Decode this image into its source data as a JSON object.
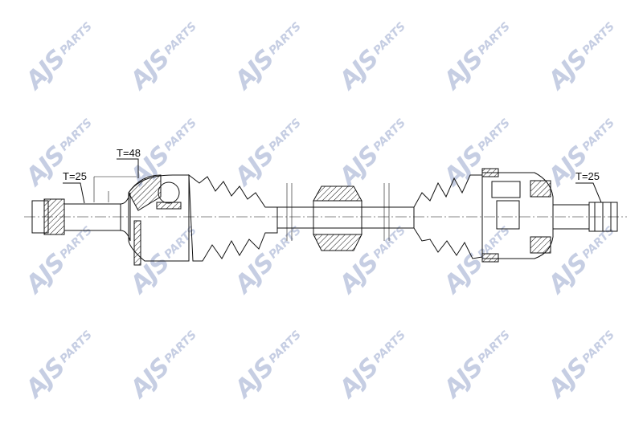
{
  "watermark": {
    "brand": "AJS",
    "suffix": "PARTS",
    "color": "#c6cee3"
  },
  "labels": {
    "left_spline": "T=25",
    "abs_ring": "T=48",
    "right_spline": "T=25"
  },
  "colors": {
    "line": "#111111"
  }
}
